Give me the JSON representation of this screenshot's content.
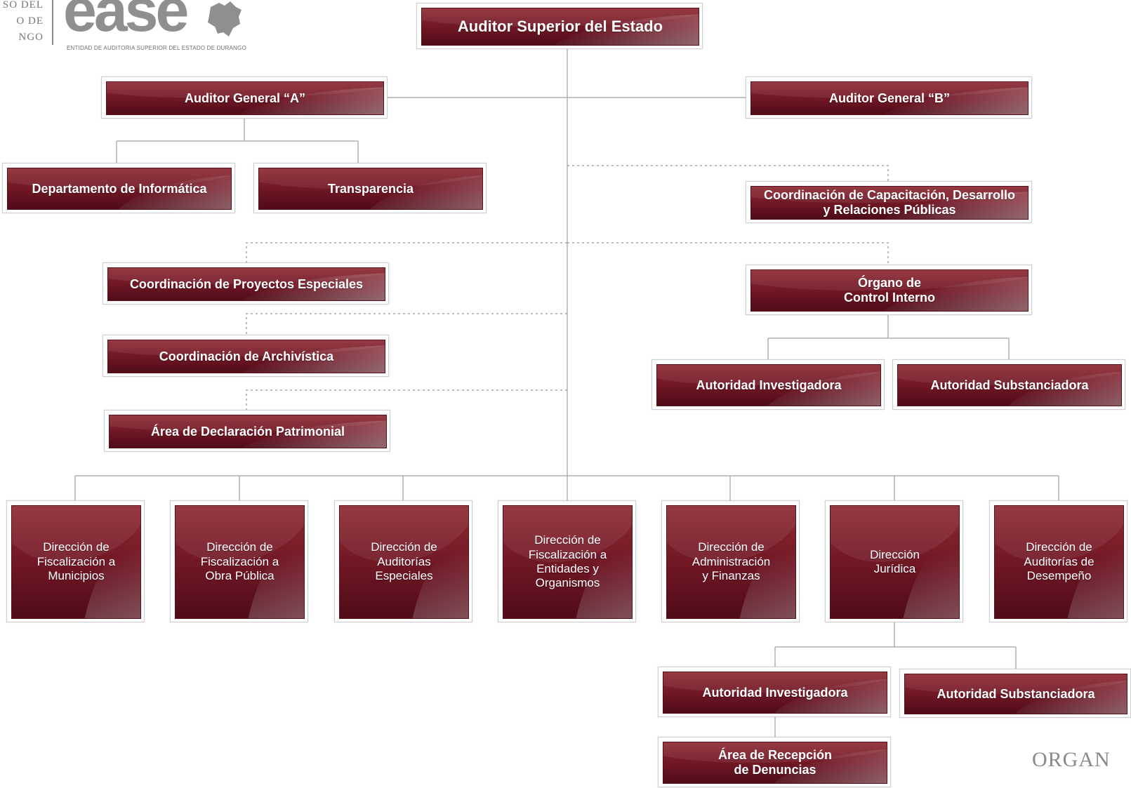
{
  "header": {
    "org_left_text": "SO DEL\nO DE\nNGO",
    "logo_word": "ease",
    "logo_tagline": "ENTIDAD DE AUDITORIA SUPERIOR DEL ESTADO DE DURANGO"
  },
  "corner_text": "ORGAN",
  "colors": {
    "box_top": "#8e2a34",
    "box_bottom": "#4f0c17",
    "connector": "#b0b0b0",
    "logo_gray": "#8f8f8f"
  },
  "org_chart": {
    "auditor_superior": "Auditor Superior del Estado",
    "auditor_general_a": "Auditor General “A”",
    "auditor_general_b": "Auditor General “B”",
    "departamento_informatica": "Departamento de Informática",
    "transparencia": "Transparencia",
    "coord_capacitacion": "Coordinación de Capacitación, Desarrollo\ny Relaciones Públicas",
    "coord_proyectos": "Coordinación de Proyectos Especiales",
    "organo_control": "Órgano de\nControl Interno",
    "coord_archivistica": "Coordinación de Archivística",
    "oci_autoridad_investigadora": "Autoridad Investigadora",
    "oci_autoridad_substanciadora": "Autoridad Substanciadora",
    "area_declaracion": "Área de Declaración Patrimonial",
    "dir_municipios": "Dirección de\nFiscalización a\nMunicipios",
    "dir_obra_publica": "Dirección de\nFiscalización a\nObra Pública",
    "dir_auditorias_especiales": "Dirección de\nAuditorías\nEspeciales",
    "dir_entidades": "Dirección de\nFiscalización a\nEntidades y\nOrganismos",
    "dir_administracion": "Dirección de\nAdministración\ny Finanzas",
    "dir_juridica": "Dirección\nJurídica",
    "dir_desempeno": "Dirección de\nAuditorías de\nDesempeño",
    "jur_autoridad_investigadora": "Autoridad Investigadora",
    "jur_autoridad_substanciadora": "Autoridad Substanciadora",
    "area_recepcion_denuncias": "Área de Recepción\nde Denuncias"
  }
}
